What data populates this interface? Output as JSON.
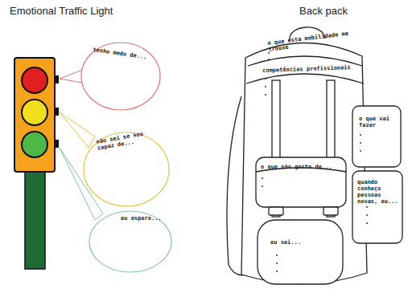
{
  "diagram": {
    "nodes": [
      {
        "text": [
          "tenho medo de..."
        ]
      },
      {
        "text": [
          "não sei se sou capaz de..."
        ]
      },
      {
        "text": [
          "eu espero..."
        ]
      },
      {
        "text": [
          "o que esta mobilidade me trouxe"
        ]
      },
      {
        "text": [
          "competências profissionais"
        ]
      },
      {
        "text": [
          "o que vai fazer"
        ]
      },
      {
        "text": [
          "o que não gosto de..."
        ]
      },
      {
        "text": [
          "quando conheço pessoas novas, eu..."
        ]
      },
      {
        "text": [
          "eu sei..."
        ]
      }
    ],
    "labels": [
      "Emotional Traffic Light",
      "Back pack"
    ]
  }
}
